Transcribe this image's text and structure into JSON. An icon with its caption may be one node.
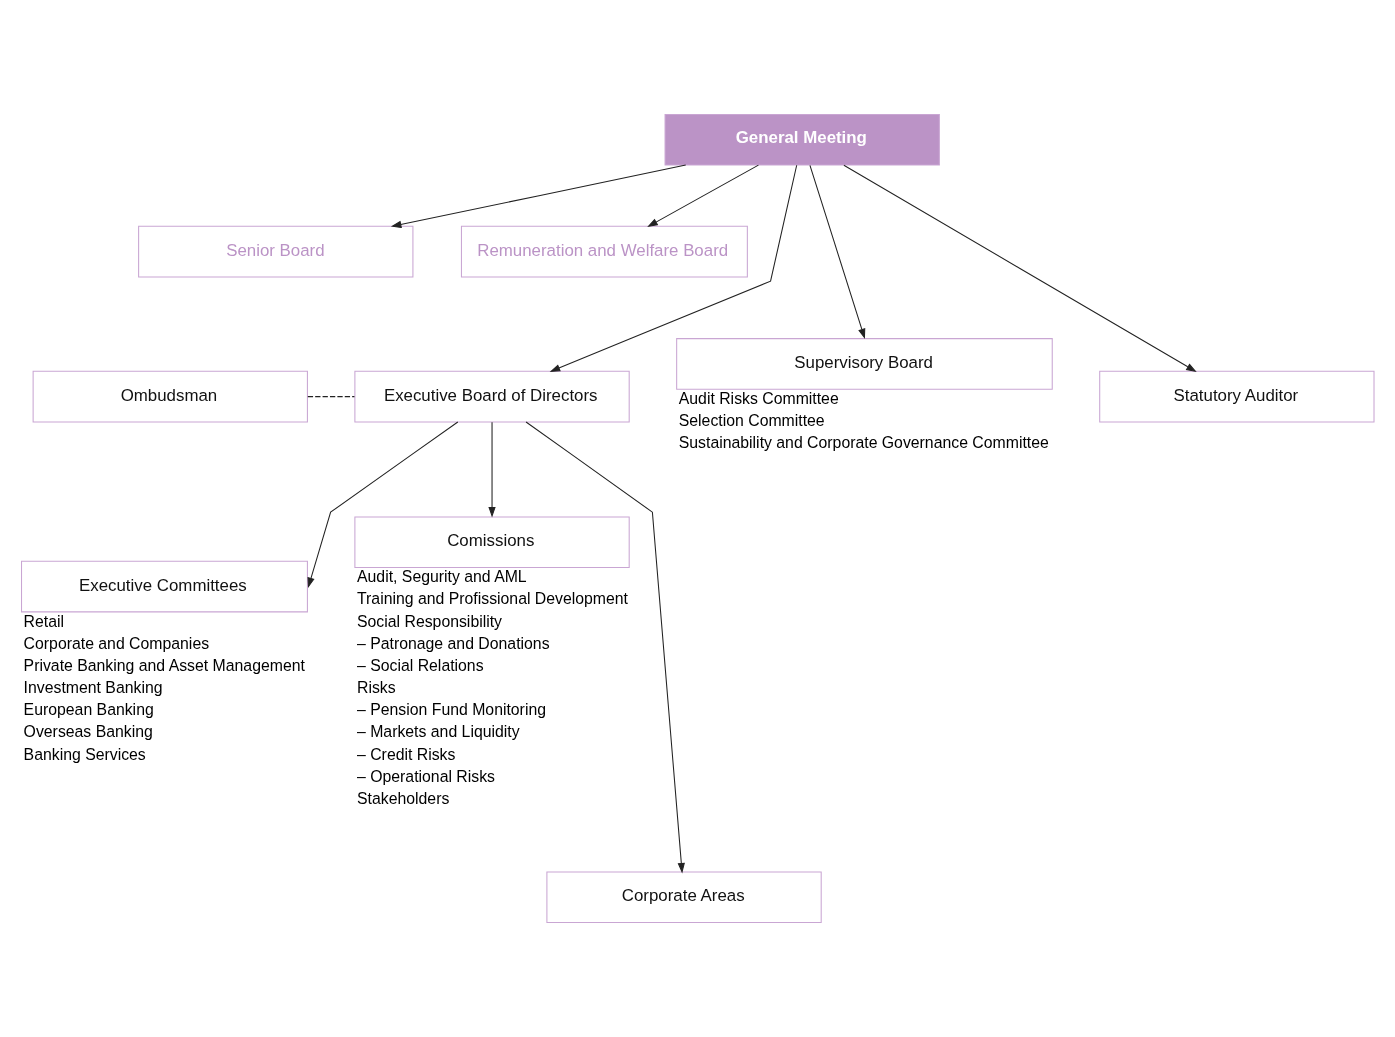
{
  "diagram": {
    "nodes": [
      {
        "text": [
          "General Meeting"
        ]
      },
      {
        "text": [
          "Senior Board"
        ]
      },
      {
        "text": [
          "Remuneration and Welfare Board"
        ]
      },
      {
        "text": [
          "Ombudsman"
        ]
      },
      {
        "text": [
          "Executive Board of Directors"
        ]
      },
      {
        "text": [
          "Supervisory Board"
        ],
        "beside": [
          "Audit Risks Committee",
          "Selection Committee",
          "Sustainability and Corporate Governance Committee"
        ]
      },
      {
        "text": [
          "Statutory Auditor"
        ]
      },
      {
        "text": [
          "Executive Committees"
        ],
        "beside": [
          "Retail",
          "Corporate and Companies",
          "Private Banking and Asset Management",
          "Investment Banking",
          "European Banking",
          "Overseas Banking",
          "Banking Services"
        ]
      },
      {
        "text": [
          "Comissions"
        ],
        "beside": [
          "Audit, Segurity and AML",
          "Training and Profissional Development",
          "Social Responsibility",
          "– Patronage and Donations",
          "– Social Relations",
          "Risks",
          "– Pension Fund Monitoring",
          "– Markets and Liquidity",
          "– Credit Risks",
          "– Operational Risks",
          "Stakeholders"
        ]
      },
      {
        "text": [
          "Corporate Areas"
        ]
      }
    ],
    "edges": [
      {
        "from": 0,
        "to": 1,
        "arrow": "to"
      },
      {
        "from": 0,
        "to": 2,
        "arrow": "to"
      },
      {
        "from": 0,
        "to": 4,
        "arrow": "to"
      },
      {
        "from": 0,
        "to": 5,
        "arrow": "to"
      },
      {
        "from": 0,
        "to": 6,
        "arrow": "to"
      },
      {
        "from": 3,
        "to": 4,
        "arrow": "none",
        "style": "dashed"
      },
      {
        "from": 4,
        "to": 7,
        "arrow": "to"
      },
      {
        "from": 4,
        "to": 8,
        "arrow": "to"
      },
      {
        "from": 4,
        "to": 9,
        "arrow": "to"
      }
    ]
  }
}
